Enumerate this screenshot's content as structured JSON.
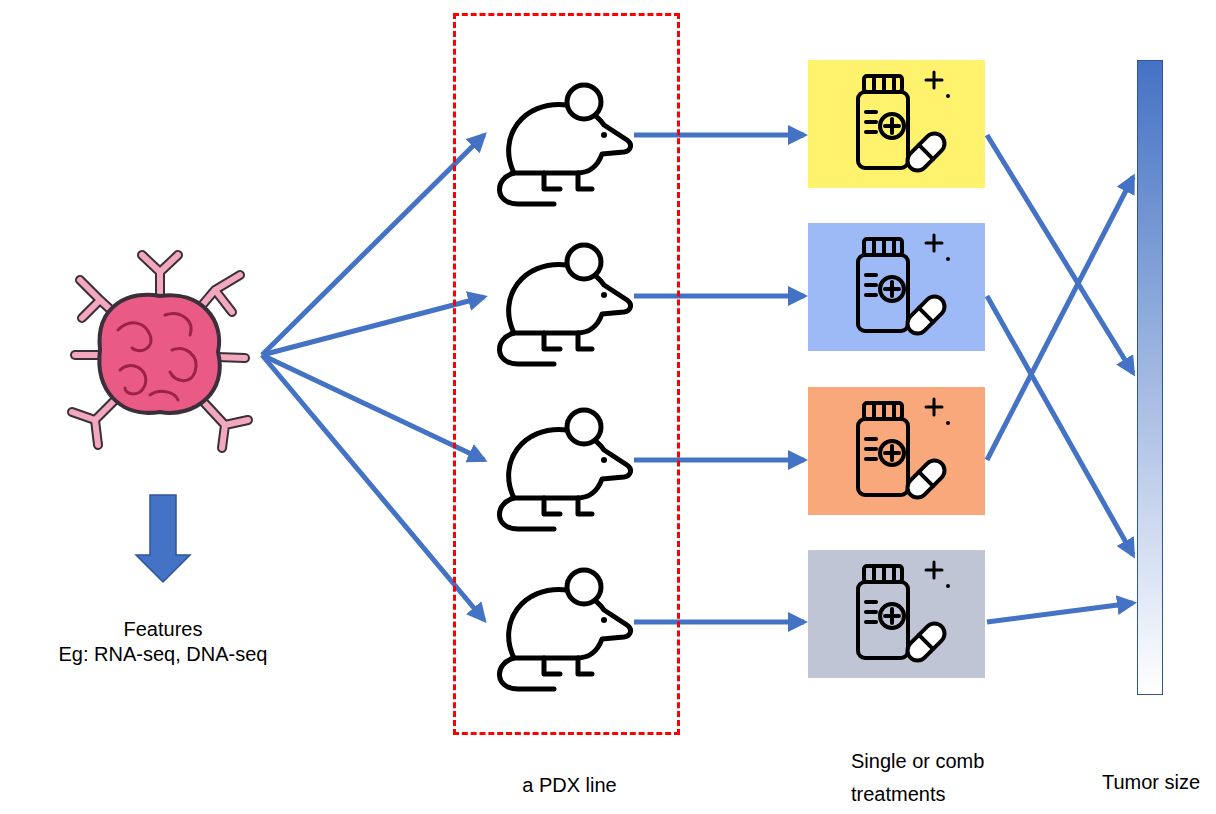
{
  "diagram": {
    "nodes": [
      {
        "text": [
          "a PDX line"
        ]
      },
      {
        "text": [
          "Tumor size"
        ]
      }
    ],
    "labels": [
      "Features",
      "Eg: RNA-seq, DNA-seq",
      "Single or comb treatments"
    ]
  }
}
